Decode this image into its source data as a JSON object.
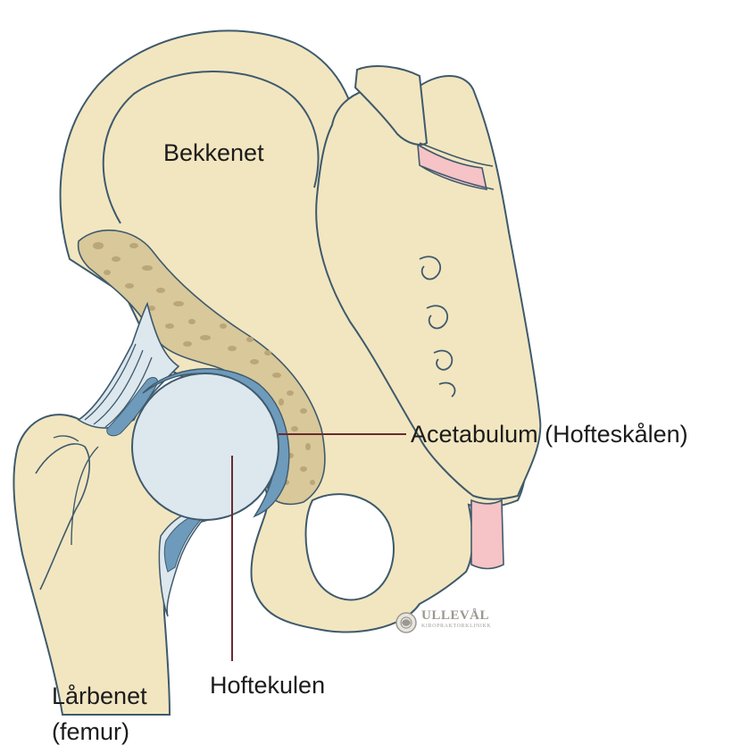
{
  "labels": {
    "bekkenet": "Bekkenet",
    "acetabulum": "Acetabulum (Hofteskålen)",
    "hoftekulen": "Hoftekulen",
    "larbenet_line1": "Lårbenet",
    "larbenet_line2": "(femur)"
  },
  "logo": {
    "name": "ULLEVÅL",
    "subtitle": "KIROPRAKTORKLINIKK"
  },
  "colors": {
    "bone": "#f2e6c0",
    "outline": "#3e5a6c",
    "spongy_bone": "#d8c89a",
    "spongy_dots": "#b9a679",
    "femoral_head": "#dde7ee",
    "cartilage": "#6e9bbb",
    "ligament": "#f6c3c6",
    "leader_line": "#6a2a2f"
  }
}
